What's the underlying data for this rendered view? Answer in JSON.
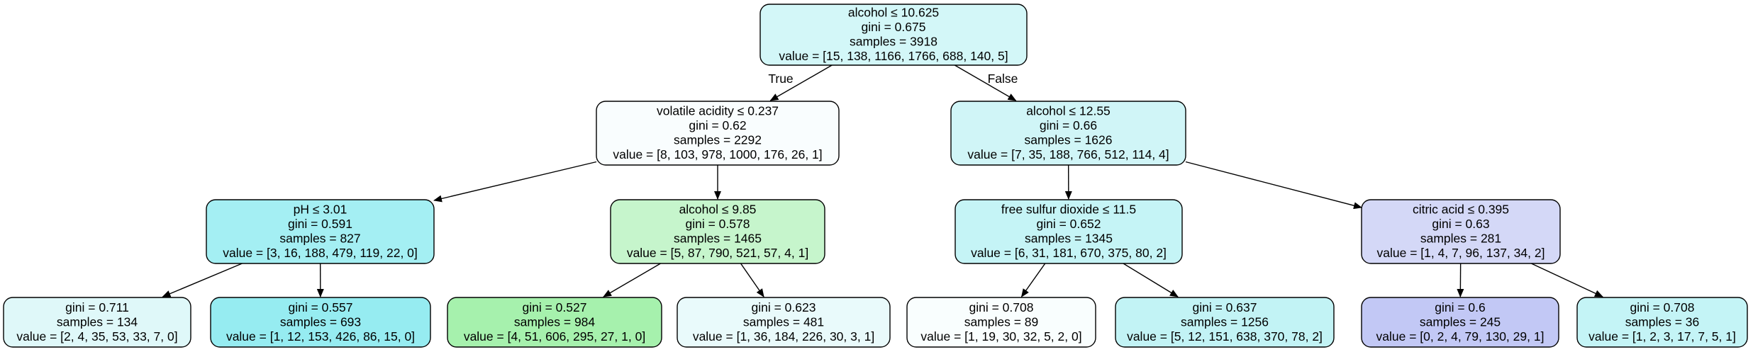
{
  "edge_labels": {
    "true_label": "True",
    "false_label": "False"
  },
  "nodes": [
    {
      "id": "n0",
      "color": "#d3f7f8",
      "lines": [
        "alcohol ≤ 10.625",
        "gini = 0.675",
        "samples = 3918",
        "value = [15, 138, 1166, 1766, 688, 140, 5]"
      ]
    },
    {
      "id": "n1",
      "color": "#f9fdfe",
      "lines": [
        "volatile acidity ≤ 0.237",
        "gini = 0.62",
        "samples = 2292",
        "value = [8, 103, 978, 1000, 176, 26, 1]"
      ]
    },
    {
      "id": "n2",
      "color": "#d0f5f7",
      "lines": [
        "alcohol ≤ 12.55",
        "gini = 0.66",
        "samples = 1626",
        "value = [7, 35, 188, 766, 512, 114, 4]"
      ]
    },
    {
      "id": "n3",
      "color": "#a4eff3",
      "lines": [
        "pH ≤ 3.01",
        "gini = 0.591",
        "samples = 827",
        "value = [3, 16, 188, 479, 119, 22, 0]"
      ]
    },
    {
      "id": "n4",
      "color": "#c6f5cc",
      "lines": [
        "alcohol ≤ 9.85",
        "gini = 0.578",
        "samples = 1465",
        "value = [5, 87, 790, 521, 57, 4, 1]"
      ]
    },
    {
      "id": "n5",
      "color": "#c5f4f6",
      "lines": [
        "free sulfur dioxide ≤ 11.5",
        "gini = 0.652",
        "samples = 1345",
        "value = [6, 31, 181, 670, 375, 80, 2]"
      ]
    },
    {
      "id": "n6",
      "color": "#d4d8f7",
      "lines": [
        "citric acid ≤ 0.395",
        "gini = 0.63",
        "samples = 281",
        "value = [1, 4, 7, 96, 137, 34, 2]"
      ]
    },
    {
      "id": "n7",
      "color": "#dff8f9",
      "lines": [
        "gini = 0.711",
        "samples = 134",
        "value = [2, 4, 35, 53, 33, 7, 0]"
      ]
    },
    {
      "id": "n8",
      "color": "#96ecf1",
      "lines": [
        "gini = 0.557",
        "samples = 693",
        "value = [1, 12, 153, 426, 86, 15, 0]"
      ]
    },
    {
      "id": "n9",
      "color": "#a6f1ad",
      "lines": [
        "gini = 0.527",
        "samples = 984",
        "value = [4, 51, 606, 295, 27, 1, 0]"
      ]
    },
    {
      "id": "n10",
      "color": "#e9fafb",
      "lines": [
        "gini = 0.623",
        "samples = 481",
        "value = [1, 36, 184, 226, 30, 3, 1]"
      ]
    },
    {
      "id": "n11",
      "color": "#f9fefe",
      "lines": [
        "gini = 0.708",
        "samples = 89",
        "value = [1, 19, 30, 32, 5, 2, 0]"
      ]
    },
    {
      "id": "n12",
      "color": "#c2f3f5",
      "lines": [
        "gini = 0.637",
        "samples = 1256",
        "value = [5, 12, 151, 638, 370, 78, 2]"
      ]
    },
    {
      "id": "n13",
      "color": "#c2c8f5",
      "lines": [
        "gini = 0.6",
        "samples = 245",
        "value = [0, 2, 4, 79, 130, 29, 1]"
      ]
    },
    {
      "id": "n14",
      "color": "#c4f4f6",
      "lines": [
        "gini = 0.708",
        "samples = 36",
        "value = [1, 2, 3, 17, 7, 5, 1]"
      ]
    }
  ]
}
